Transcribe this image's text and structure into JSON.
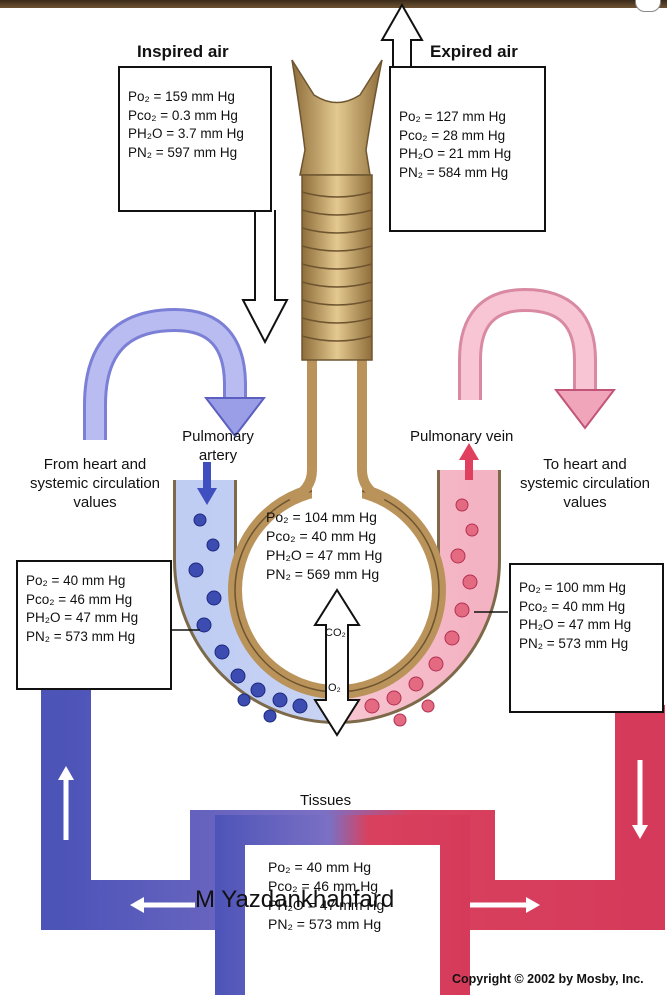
{
  "inspired": {
    "title": "Inspired air",
    "values": [
      "Po₂ = 159 mm Hg",
      "Pco₂ = 0.3 mm Hg",
      "PH₂O = 3.7 mm Hg",
      "PN₂ = 597 mm Hg"
    ]
  },
  "expired": {
    "title": "Expired air",
    "values": [
      "Po₂ = 127 mm Hg",
      "Pco₂ = 28 mm Hg",
      "PH₂O = 21 mm Hg",
      "PN₂ = 584 mm Hg"
    ]
  },
  "alveolus": {
    "values": [
      "Po₂ = 104 mm Hg",
      "Pco₂ = 40 mm Hg",
      "PH₂O = 47 mm Hg",
      "PN₂ = 569 mm Hg"
    ],
    "co2_label": "CO₂",
    "o2_label": "O₂"
  },
  "from_heart": {
    "title": "From heart and systemic circulation values",
    "values": [
      "Po₂ = 40 mm Hg",
      "Pco₂ = 46 mm Hg",
      "PH₂O = 47 mm Hg",
      "PN₂ = 573 mm Hg"
    ]
  },
  "to_heart": {
    "title": "To heart and systemic circulation values",
    "values": [
      "Po₂ = 100 mm Hg",
      "Pco₂ = 40 mm Hg",
      "PH₂O = 47 mm Hg",
      "PN₂ = 573 mm Hg"
    ]
  },
  "pulmonary_artery": "Pulmonary artery",
  "pulmonary_vein": "Pulmonary vein",
  "tissues": {
    "title": "Tissues",
    "values": [
      "Po₂ = 40 mm Hg",
      "Pco₂ = 46 mm Hg",
      "PH₂O = 47 mm Hg",
      "PN₂ = 573 mm Hg"
    ]
  },
  "watermark": "M Yazdankhahfard",
  "copyright": "Copyright © 2002 by Mosby, Inc.",
  "colors": {
    "venous_blue": "#5a5fc0",
    "arterial_red": "#d8415e",
    "venous_light": "#c9d6f5",
    "arterial_light": "#f6c3cf",
    "trachea": "#c9a86a"
  }
}
